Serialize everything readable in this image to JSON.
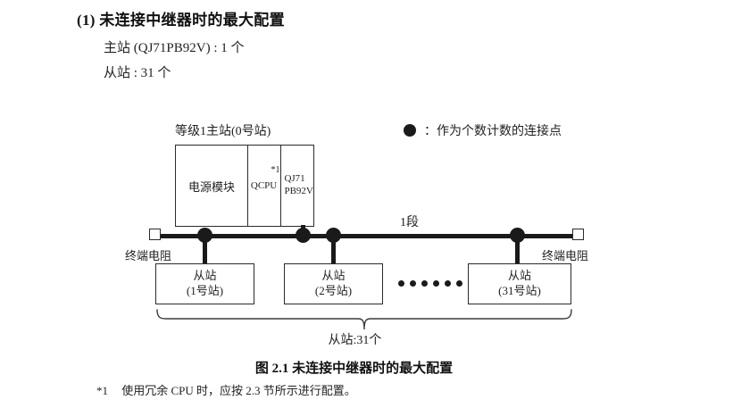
{
  "section": {
    "number": "(1)",
    "title": "未连接中继器时的最大配置",
    "lines": [
      "主站 (QJ71PB92V) : 1 个",
      "从站 : 31 个"
    ]
  },
  "legend": {
    "symbol": "filled-circle",
    "separator": "：",
    "text": "作为个数计数的连接点"
  },
  "diagram": {
    "master": {
      "label": "等级1主站(0号站)",
      "modules": [
        {
          "name": "电源模块"
        },
        {
          "name": "QCPU",
          "footnote_mark": "*1"
        },
        {
          "name_line1": "QJ71",
          "name_line2": "PB92V"
        }
      ]
    },
    "bus": {
      "segment_label": "1段",
      "terminator_left_label": "终端电阻",
      "terminator_right_label": "终端电阻",
      "connection_point_count": 4
    },
    "slaves": [
      {
        "title": "从站",
        "station": "(1号站)"
      },
      {
        "title": "从站",
        "station": "(2号站)"
      },
      {
        "title": "从站",
        "station": "(31号站)"
      }
    ],
    "ellipsis_dots": 6,
    "brace_label": "从站:31个"
  },
  "caption": "图 2.1  未连接中继器时的最大配置",
  "footnote": {
    "mark": "*1",
    "text": "使用冗余 CPU 时，应按 2.3 节所示进行配置。"
  },
  "colors": {
    "ink": "#1a1a1a",
    "text": "#222222",
    "background": "#ffffff"
  }
}
